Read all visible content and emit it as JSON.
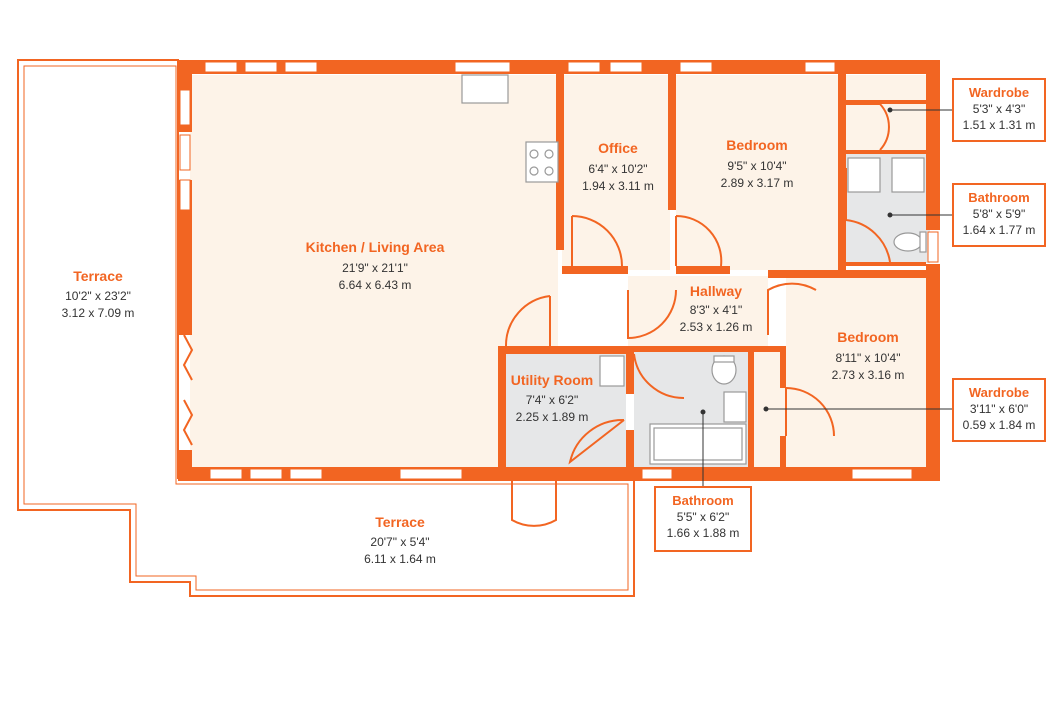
{
  "colors": {
    "wall": "#f26522",
    "floor": "#fdf3e8",
    "wet_floor": "#e6e7e8",
    "fixture": "#999999",
    "text": "#333333"
  },
  "rooms": {
    "kitchen": {
      "name": "Kitchen / Living Area",
      "imperial": "21'9\" x 21'1\"",
      "metric": "6.64 x 6.43 m"
    },
    "terrace_left": {
      "name": "Terrace",
      "imperial": "10'2\" x 23'2\"",
      "metric": "3.12 x 7.09 m"
    },
    "terrace_bottom": {
      "name": "Terrace",
      "imperial": "20'7\" x 5'4\"",
      "metric": "6.11 x 1.64 m"
    },
    "office": {
      "name": "Office",
      "imperial": "6'4\" x 10'2\"",
      "metric": "1.94 x 3.11 m"
    },
    "bedroom1": {
      "name": "Bedroom",
      "imperial": "9'5\" x 10'4\"",
      "metric": "2.89 x 3.17 m"
    },
    "hallway": {
      "name": "Hallway",
      "imperial": "8'3\" x 4'1\"",
      "metric": "2.53 x 1.26 m"
    },
    "utility": {
      "name": "Utility Room",
      "imperial": "7'4\" x 6'2\"",
      "metric": "2.25 x 1.89 m"
    },
    "bedroom2": {
      "name": "Bedroom",
      "imperial": "8'11\" x 10'4\"",
      "metric": "2.73 x 3.16 m"
    }
  },
  "callouts": {
    "wardrobe1": {
      "name": "Wardrobe",
      "imperial": "5'3\" x 4'3\"",
      "metric": "1.51 x 1.31 m"
    },
    "bathroom1": {
      "name": "Bathroom",
      "imperial": "5'8\" x 5'9\"",
      "metric": "1.64 x 1.77 m"
    },
    "wardrobe2": {
      "name": "Wardrobe",
      "imperial": "3'11\" x 6'0\"",
      "metric": "0.59 x 1.84 m"
    },
    "bathroom2": {
      "name": "Bathroom",
      "imperial": "5'5\" x 6'2\"",
      "metric": "1.66 x 1.88 m"
    }
  }
}
